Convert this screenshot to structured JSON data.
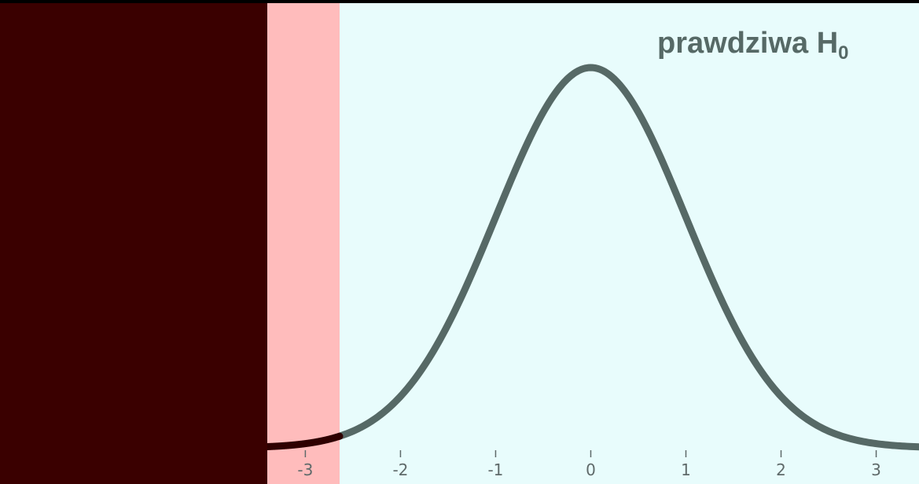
{
  "chart_data": {
    "type": "line",
    "title_main": "prawdziwa H",
    "title_sub": "0",
    "x_ticks": [
      -3,
      -2,
      -1,
      0,
      1,
      2,
      3
    ],
    "xlim": [
      -3.4,
      3.45
    ],
    "ylim": [
      0,
      0.4
    ],
    "curve": "standard normal density",
    "critical_value": -2.64,
    "rejection_side": "left",
    "colors": {
      "left_panel": "#3a0000",
      "background": "#e8fcfc",
      "rejection_region": "#ffbcbc",
      "curve": "#566966",
      "tail_curve": "#2e0000",
      "title": "#566966",
      "ticks": "#5f6a6a"
    }
  }
}
